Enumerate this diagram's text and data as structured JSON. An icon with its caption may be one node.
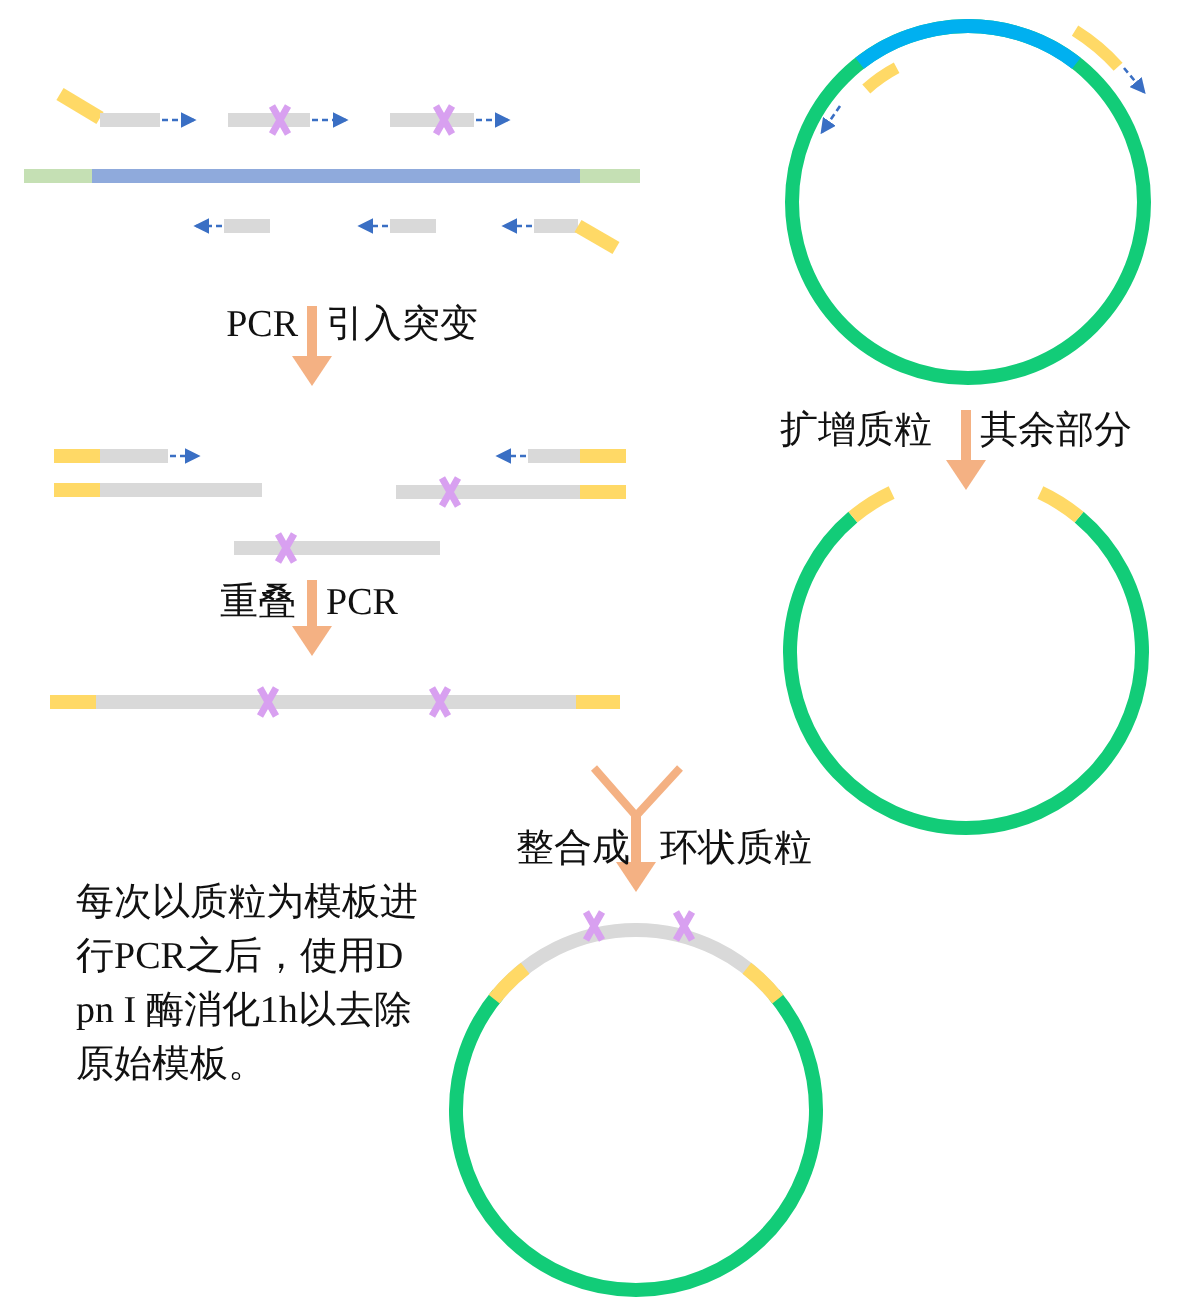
{
  "diagram": {
    "labels": [
      "PCR",
      "引入突变",
      "扩增质粒",
      "其余部分",
      "重叠",
      "PCR",
      "整合成",
      "环状质粒",
      "每次以质粒为模板进行PCR之后，使用Dpn I 酶消化1h以去除原始模板。"
    ]
  }
}
